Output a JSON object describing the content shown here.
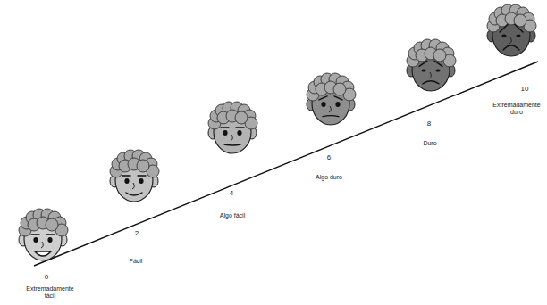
{
  "diagram": {
    "labels": [
      "0",
      "Extremadamente fácil",
      "2",
      "Fácil",
      "4",
      "Algo fácil",
      "6",
      "Algo duro",
      "8",
      "Duro",
      "10",
      "Extremadamente duro"
    ]
  }
}
